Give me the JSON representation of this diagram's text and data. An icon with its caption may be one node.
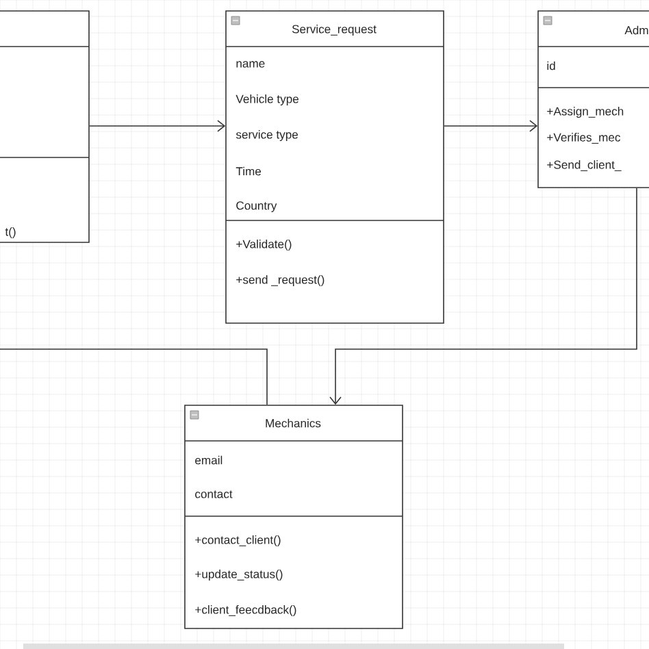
{
  "diagram": {
    "nodes": [
      {
        "text": [
          "t()"
        ]
      },
      {
        "text": [
          "Service_request",
          "name",
          "Vehicle type",
          "service type",
          "Time",
          "Country",
          "+Validate()",
          "+send _request()"
        ]
      },
      {
        "text": [
          "Adm",
          "id",
          "+Assign_mech",
          "+Verifies_mec",
          "+Send_client_"
        ]
      },
      {
        "text": [
          "Mechanics",
          "email",
          "contact",
          "+contact_client()",
          "+update_status()",
          "+client_feecdback()"
        ]
      }
    ],
    "edges": [
      {
        "from": 0,
        "to": 1,
        "arrow": "to"
      },
      {
        "from": 1,
        "to": 2,
        "arrow": "to"
      },
      {
        "from": null,
        "to": 3,
        "arrow": "none"
      },
      {
        "from": 2,
        "to": 3,
        "arrow": "to"
      }
    ]
  }
}
